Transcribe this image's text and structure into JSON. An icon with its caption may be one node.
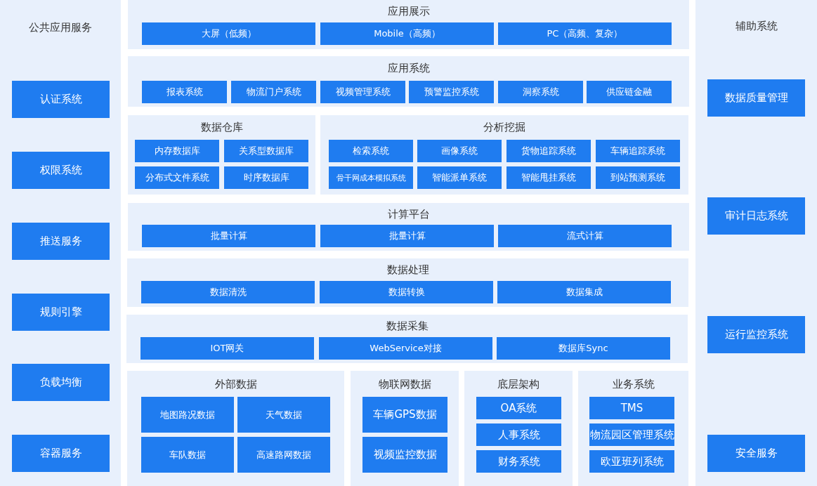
{
  "diagram": {
    "nodes": [
      {
        "text": [
          "公共应用服务"
        ]
      },
      {
        "text": [
          "认证系统"
        ],
        "in": 0
      },
      {
        "text": [
          "权限系统"
        ],
        "in": 0
      },
      {
        "text": [
          "推送服务"
        ],
        "in": 0
      },
      {
        "text": [
          "规则引擎"
        ],
        "in": 0
      },
      {
        "text": [
          "负载均衡"
        ],
        "in": 0
      },
      {
        "text": [
          "容器服务"
        ],
        "in": 0
      },
      {
        "text": [
          "应用展示"
        ]
      },
      {
        "text": [
          "大屏（低频）"
        ],
        "in": 7
      },
      {
        "text": [
          "Mobile（高频）"
        ],
        "in": 7
      },
      {
        "text": [
          "PC（高频、复杂）"
        ],
        "in": 7
      },
      {
        "text": [
          "应用系统"
        ]
      },
      {
        "text": [
          "报表系统"
        ],
        "in": 11
      },
      {
        "text": [
          "物流门户系统"
        ],
        "in": 11
      },
      {
        "text": [
          "视频管理系统"
        ],
        "in": 11
      },
      {
        "text": [
          "预警监控系统"
        ],
        "in": 11
      },
      {
        "text": [
          "洞察系统"
        ],
        "in": 11
      },
      {
        "text": [
          "供应链金融"
        ],
        "in": 11
      },
      {
        "text": [
          "数据仓库"
        ]
      },
      {
        "text": [
          "内存数据库"
        ],
        "in": 18
      },
      {
        "text": [
          "关系型数据库"
        ],
        "in": 18
      },
      {
        "text": [
          "分布式文件系统"
        ],
        "in": 18
      },
      {
        "text": [
          "时序数据库"
        ],
        "in": 18
      },
      {
        "text": [
          "分析挖掘"
        ]
      },
      {
        "text": [
          "检索系统"
        ],
        "in": 23
      },
      {
        "text": [
          "画像系统"
        ],
        "in": 23
      },
      {
        "text": [
          "货物追踪系统"
        ],
        "in": 23
      },
      {
        "text": [
          "车辆追踪系统"
        ],
        "in": 23
      },
      {
        "text": [
          "骨干网成本模拟系统"
        ],
        "in": 23
      },
      {
        "text": [
          "智能派单系统"
        ],
        "in": 23
      },
      {
        "text": [
          "智能甩挂系统"
        ],
        "in": 23
      },
      {
        "text": [
          "到站预测系统"
        ],
        "in": 23
      },
      {
        "text": [
          "计算平台"
        ]
      },
      {
        "text": [
          "批量计算"
        ],
        "in": 32
      },
      {
        "text": [
          "批量计算"
        ],
        "in": 32
      },
      {
        "text": [
          "流式计算"
        ],
        "in": 32
      },
      {
        "text": [
          "数据处理"
        ]
      },
      {
        "text": [
          "数据清洗"
        ],
        "in": 36
      },
      {
        "text": [
          "数据转换"
        ],
        "in": 36
      },
      {
        "text": [
          "数据集成"
        ],
        "in": 36
      },
      {
        "text": [
          "数据采集"
        ]
      },
      {
        "text": [
          "IOT网关"
        ],
        "in": 40
      },
      {
        "text": [
          "WebService对接"
        ],
        "in": 40
      },
      {
        "text": [
          "数据库Sync"
        ],
        "in": 40
      },
      {
        "text": [
          "外部数据"
        ]
      },
      {
        "text": [
          "地图路况数据"
        ],
        "in": 44
      },
      {
        "text": [
          "天气数据"
        ],
        "in": 44
      },
      {
        "text": [
          "车队数据"
        ],
        "in": 44
      },
      {
        "text": [
          "高速路网数据"
        ],
        "in": 44
      },
      {
        "text": [
          "物联网数据"
        ]
      },
      {
        "text": [
          "车辆GPS数据"
        ],
        "in": 49
      },
      {
        "text": [
          "视频监控数据"
        ],
        "in": 49
      },
      {
        "text": [
          "底层架构"
        ]
      },
      {
        "text": [
          "OA系统"
        ],
        "in": 52
      },
      {
        "text": [
          "人事系统"
        ],
        "in": 52
      },
      {
        "text": [
          "财务系统"
        ],
        "in": 52
      },
      {
        "text": [
          "业务系统"
        ]
      },
      {
        "text": [
          "TMS"
        ],
        "in": 56
      },
      {
        "text": [
          "物流园区管理系统"
        ],
        "in": 56
      },
      {
        "text": [
          "欧亚班列系统"
        ],
        "in": 56
      },
      {
        "text": [
          "辅助系统"
        ]
      },
      {
        "text": [
          "数据质量管理"
        ],
        "in": 60
      },
      {
        "text": [
          "审计日志系统"
        ],
        "in": 60
      },
      {
        "text": [
          "运行监控系统"
        ],
        "in": 60
      },
      {
        "text": [
          "安全服务"
        ],
        "in": 60
      }
    ]
  }
}
